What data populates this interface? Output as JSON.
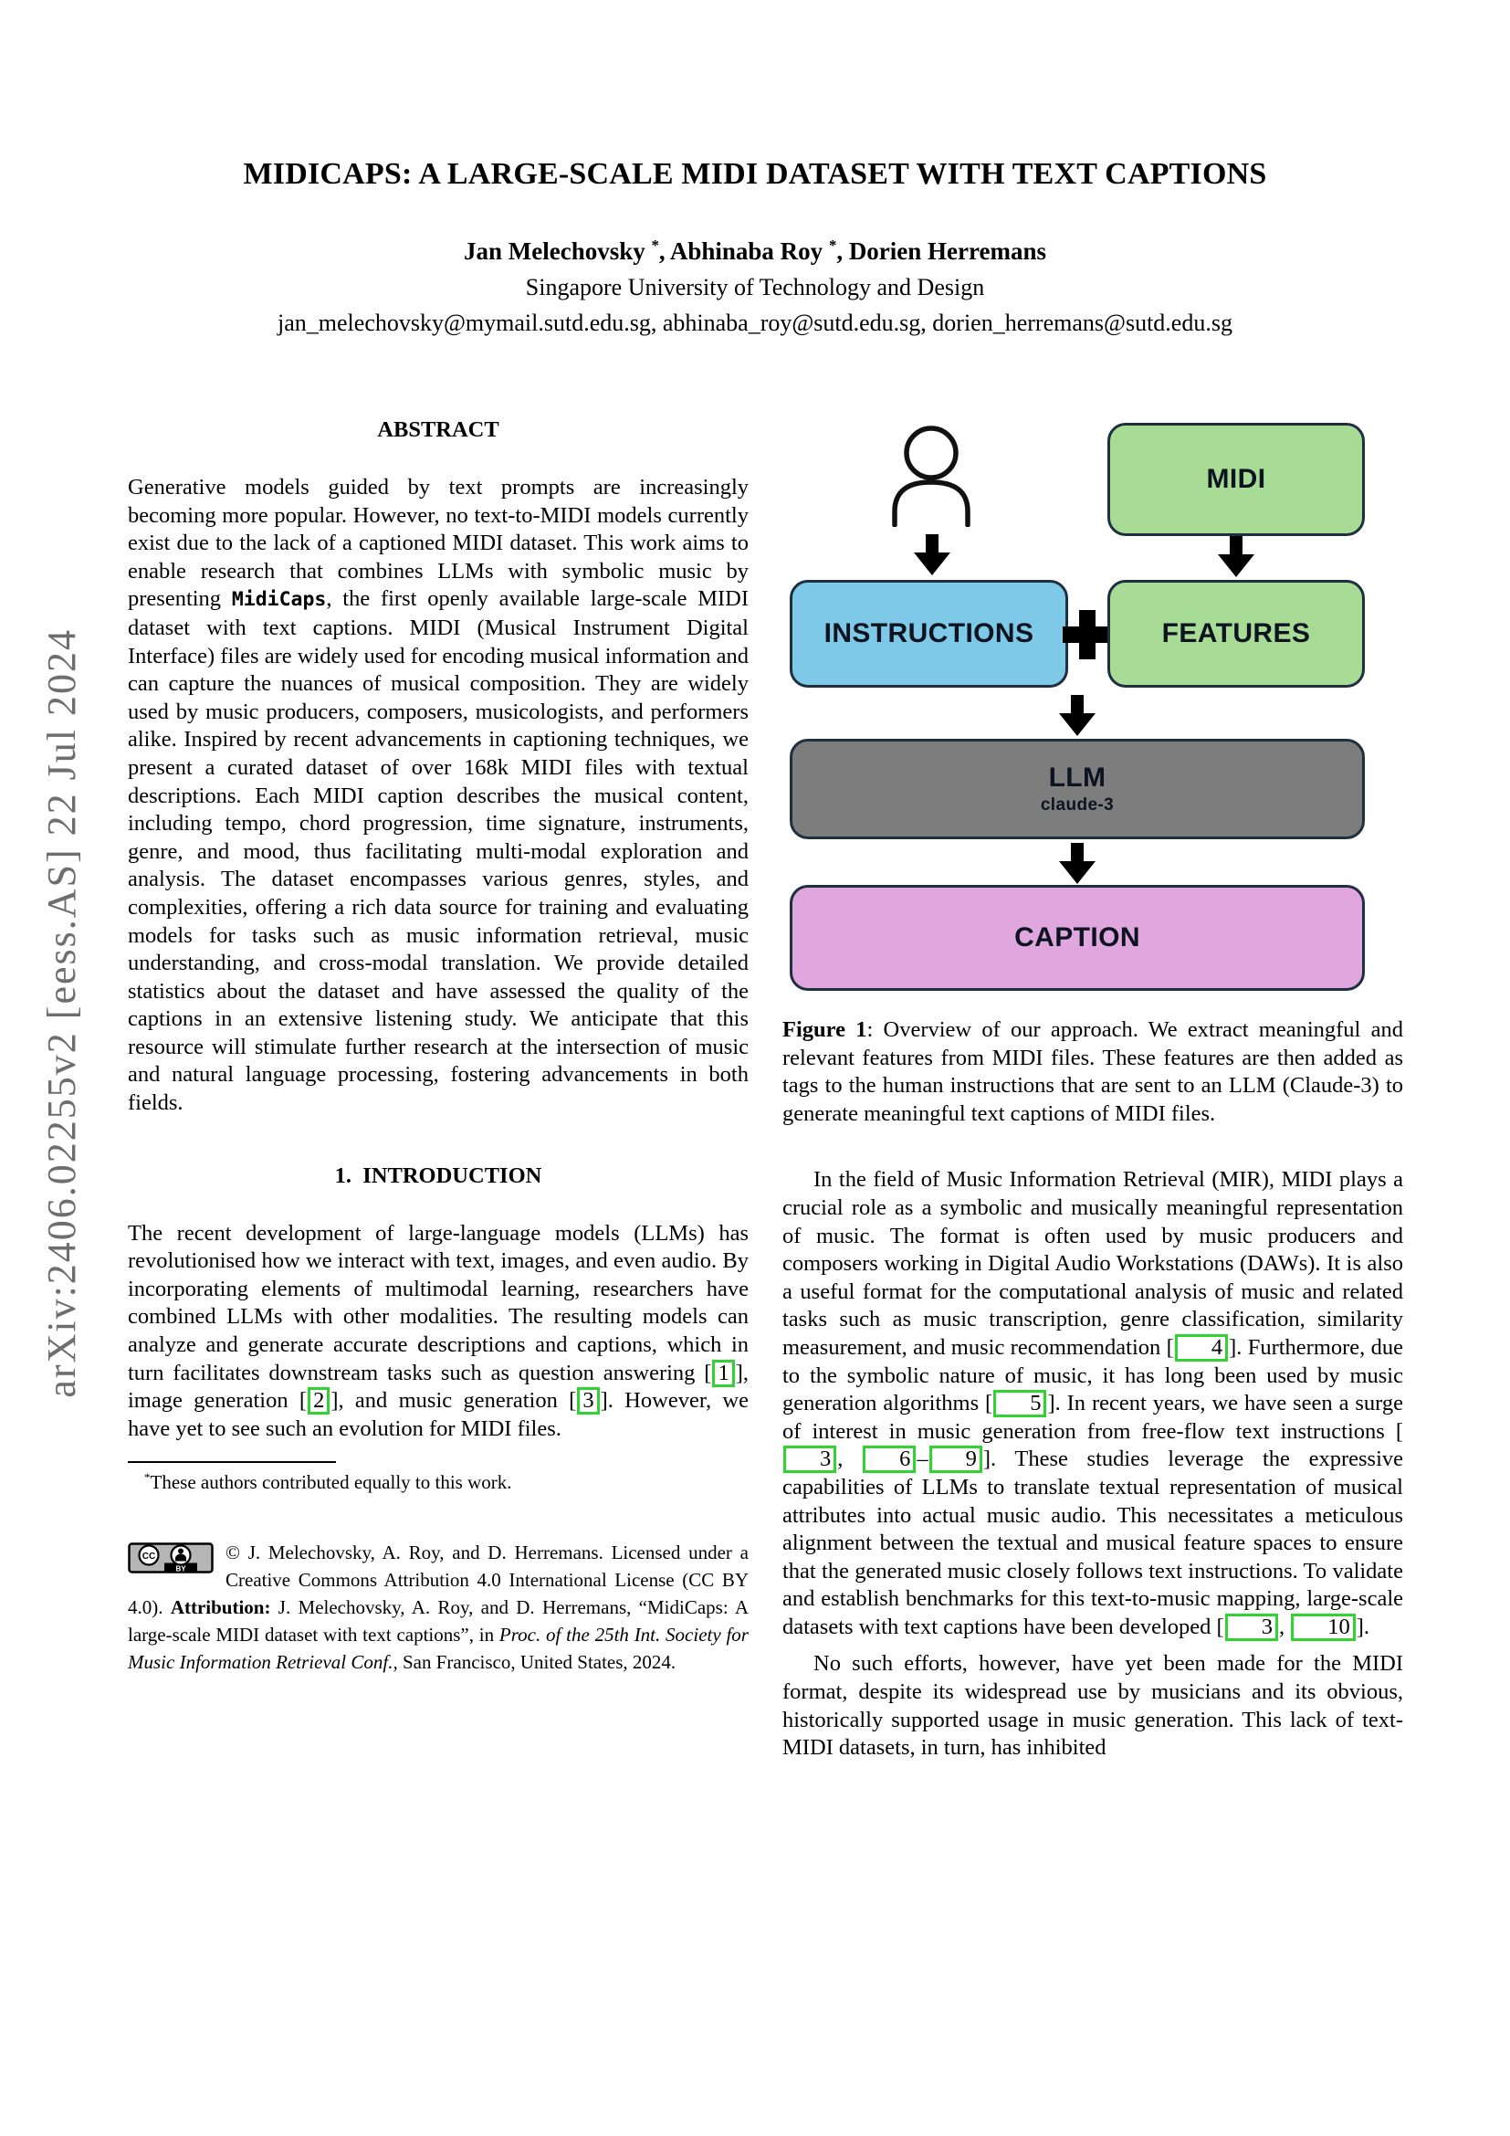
{
  "arxiv": {
    "label": "arXiv:2406.02255v2  [eess.AS]  22 Jul 2024"
  },
  "header": {
    "title": "MIDICAPS: A LARGE-SCALE MIDI DATASET WITH TEXT CAPTIONS",
    "authors": [
      {
        "t": "Jan Melechovsky "
      },
      {
        "sup": "*"
      },
      {
        "t": ", Abhinaba Roy "
      },
      {
        "sup": "*"
      },
      {
        "t": ", Dorien Herremans"
      }
    ],
    "affiliation": "Singapore University of Technology and Design",
    "emails": "jan_melechovsky@mymail.sutd.edu.sg, abhinaba_roy@sutd.edu.sg, dorien_herremans@sutd.edu.sg"
  },
  "abstract": {
    "heading": "ABSTRACT",
    "segments": [
      {
        "t": "Generative models guided by text prompts are increasingly becoming more popular. However, no text-to-MIDI models currently exist due to the lack of a captioned MIDI dataset. This work aims to enable research that combines LLMs with symbolic music by presenting "
      },
      {
        "mono": "MidiCaps"
      },
      {
        "t": ", the first openly available large-scale MIDI dataset with text captions. MIDI (Musical Instrument Digital Interface) files are widely used for encoding musical information and can capture the nuances of musical composition. They are widely used by music producers, composers, musicologists, and performers alike. Inspired by recent advancements in captioning techniques, we present a curated dataset of over 168k MIDI files with textual descriptions. Each MIDI caption describes the musical content, including tempo, chord progression, time signature, instruments, genre, and mood, thus facilitating multi-modal exploration and analysis. The dataset encompasses various genres, styles, and complexities, offering a rich data source for training and evaluating models for tasks such as music information retrieval, music understanding, and cross-modal translation. We provide detailed statistics about the dataset and have assessed the quality of the captions in an extensive listening study. We anticipate that this resource will stimulate further research at the intersection of music and natural language processing, fostering advancements in both fields."
      }
    ]
  },
  "introduction": {
    "heading": "1.  INTRODUCTION",
    "segments": [
      {
        "t": "The recent development of large-language models (LLMs) has revolutionised how we interact with text, images, and even audio. By incorporating elements of multimodal learning, researchers have combined LLMs with other modalities. The resulting models can analyze and generate accurate descriptions and captions, which in turn facilitates downstream tasks such as question answering ["
      },
      {
        "c": "1"
      },
      {
        "t": "], image generation ["
      },
      {
        "c": "2"
      },
      {
        "t": "], and music generation ["
      },
      {
        "c": "3"
      },
      {
        "t": "]. However, we have yet to see such an evolution for MIDI files."
      }
    ]
  },
  "footnote": {
    "segments": [
      {
        "sup": "*"
      },
      {
        "t": "These authors contributed equally to this work."
      }
    ]
  },
  "license": {
    "badge_cc": "CC",
    "badge_by": "BY",
    "segments": [
      {
        "t": "© J. Melechovsky, A. Roy, and D. Herremans. Licensed under a Creative Commons Attribution 4.0 International License (CC BY 4.0). "
      },
      {
        "b": "Attribution:"
      },
      {
        "t": " J. Melechovsky, A. Roy, and D. Herremans, “MidiCaps: A large-scale MIDI dataset with text captions”, in "
      },
      {
        "i": "Proc. of the 25th Int. Society for Music Information Retrieval Conf.,"
      },
      {
        "t": " San Francisco, United States, 2024."
      }
    ]
  },
  "figure": {
    "boxes": {
      "midi": "MIDI",
      "instructions": "INSTRUCTIONS",
      "features": "FEATURES",
      "llm": "LLM",
      "llm_sub": "claude-3",
      "caption": "CAPTION"
    },
    "caption_segments": [
      {
        "b": "Figure 1"
      },
      {
        "t": ": Overview of our approach. We extract meaningful and relevant features from MIDI files. These features are then added as tags to the human instructions that are sent to an LLM (Claude-3) to generate meaningful text captions of MIDI files."
      }
    ]
  },
  "body": {
    "p1_segments": [
      {
        "t": "In the field of Music Information Retrieval (MIR), MIDI plays a crucial role as a symbolic and musically meaningful representation of music. The format is often used by music producers and composers working in Digital Audio Workstations (DAWs). It is also a useful format for the computational analysis of music and related tasks such as music transcription, genre classification, similarity measurement, and music recommendation ["
      },
      {
        "c": "4"
      },
      {
        "t": "]. Furthermore, due to the symbolic nature of music, it has long been used by music generation algorithms ["
      },
      {
        "c": "5"
      },
      {
        "t": "]. In recent years, we have seen a surge of interest in music generation from free-flow text instructions ["
      },
      {
        "c": "3"
      },
      {
        "t": ", "
      },
      {
        "c": "6"
      },
      {
        "t": "–"
      },
      {
        "c": "9"
      },
      {
        "t": "]. These studies leverage the expressive capabilities of LLMs to translate textual representation of musical attributes into actual music audio. This necessitates a meticulous alignment between the textual and musical feature spaces to ensure that the generated music closely follows text instructions. To validate and establish benchmarks for this text-to-music mapping, large-scale datasets with text captions have been developed ["
      },
      {
        "c": "3"
      },
      {
        "t": ", "
      },
      {
        "c": "10"
      },
      {
        "t": "]."
      }
    ],
    "p2_segments": [
      {
        "t": "No such efforts, however, have yet been made for the MIDI format, despite its widespread use by musicians and its obvious, historically supported usage in music generation. This lack of text-MIDI datasets, in turn, has inhibited"
      }
    ]
  },
  "colors": {
    "box_blue": "#7ec8e8",
    "box_green": "#a8dc96",
    "box_gray": "#7d7d7d",
    "box_pink": "#e0a6de",
    "box_border": "#1e2f40",
    "citation_green": "#31d331",
    "watermark_gray": "#6e6e6e"
  }
}
